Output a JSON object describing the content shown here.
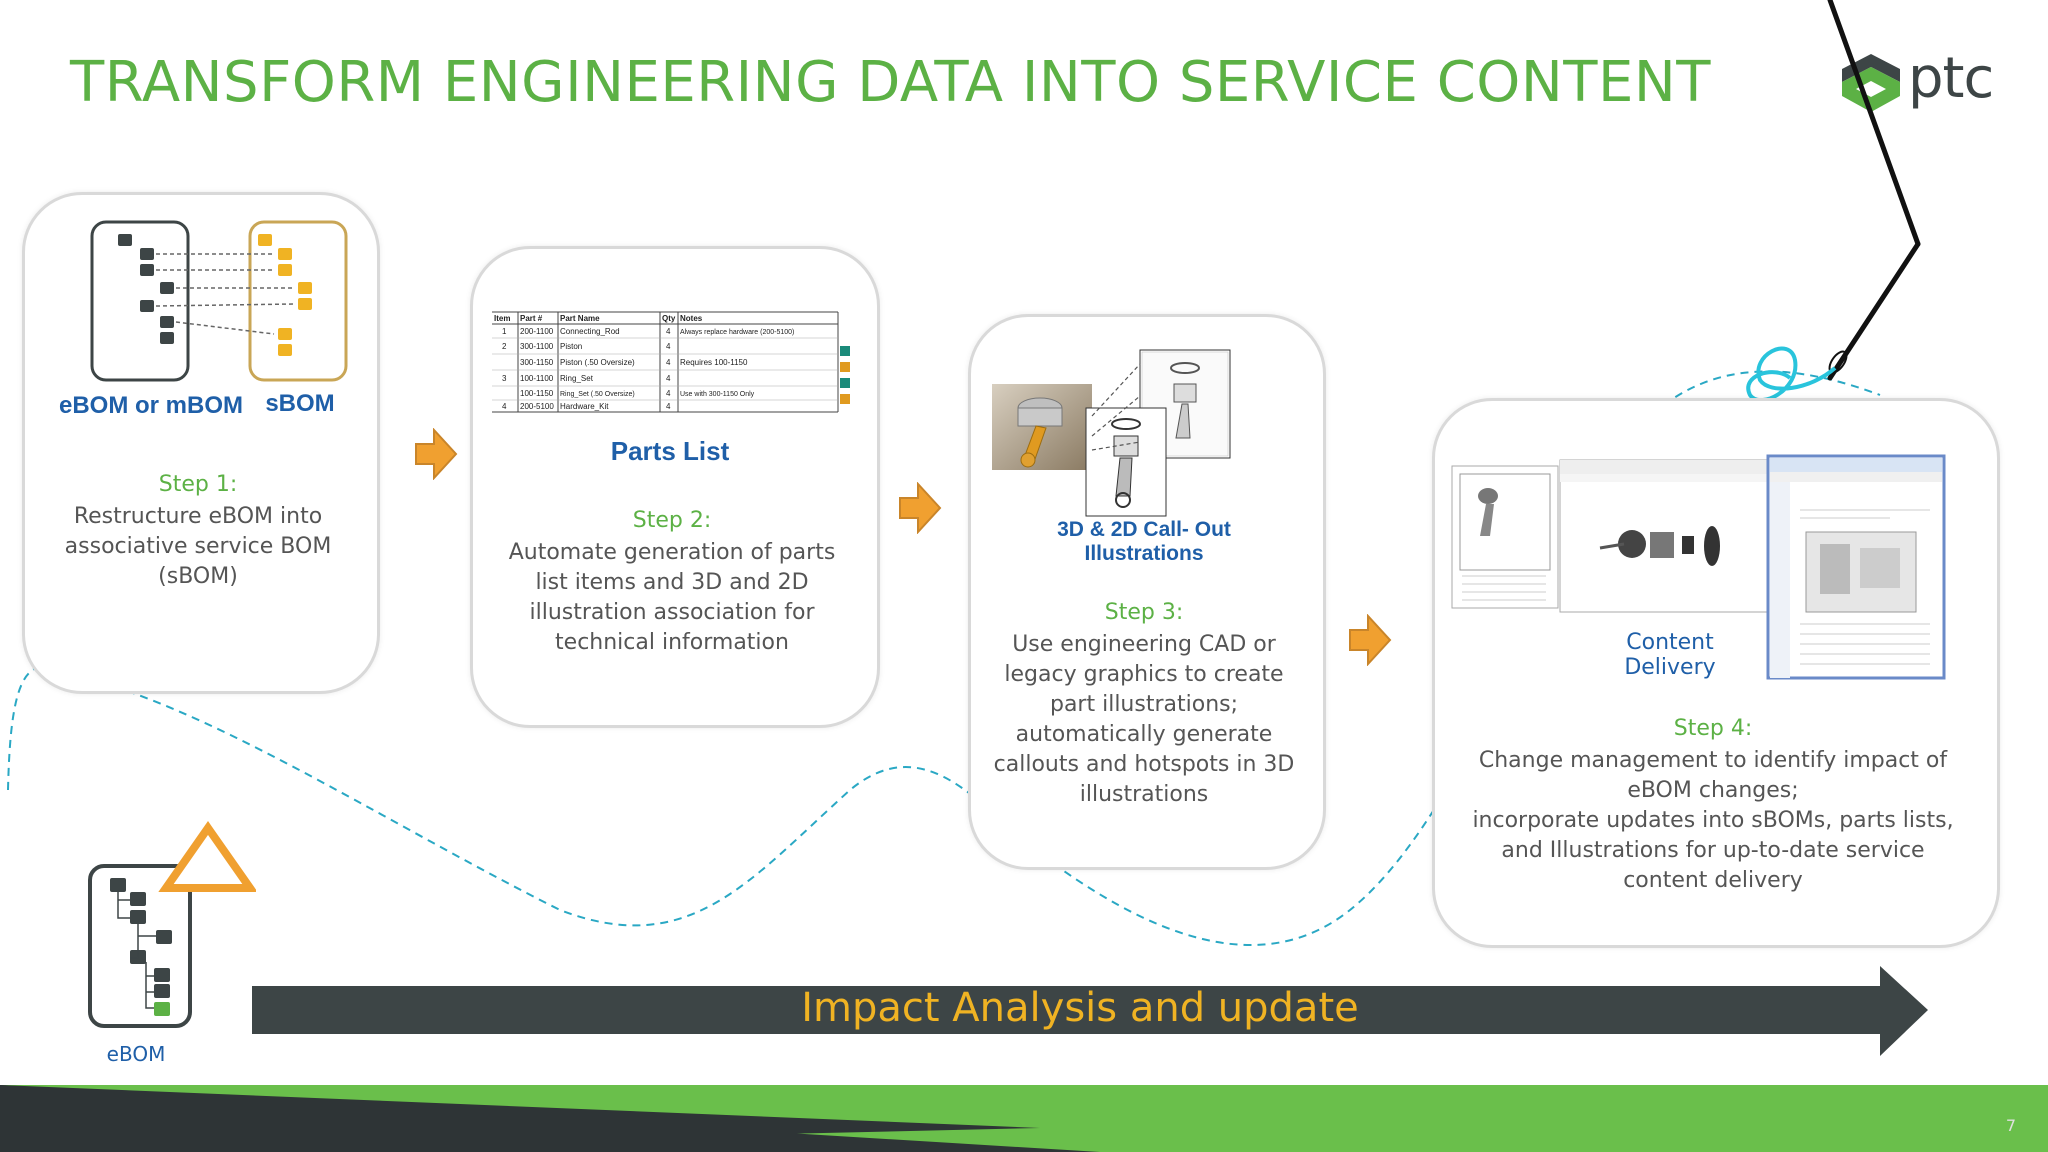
{
  "title": "TRANSFORM ENGINEERING DATA INTO SERVICE CONTENT",
  "logo": {
    "text": "ptc"
  },
  "colors": {
    "green": "#5cb145",
    "blue": "#1f5fa8",
    "dark": "#3d4546",
    "orange": "#f0a030",
    "teal": "#2aa8c4"
  },
  "steps": [
    {
      "diagram_labels": [
        "eBOM or mBOM",
        "sBOM"
      ],
      "label": "Step 1:",
      "lines": [
        "Restructure eBOM into",
        "associative service BOM",
        "(sBOM)"
      ]
    },
    {
      "caption": "Parts List",
      "label": "Step 2:",
      "lines": [
        "Automate generation of parts",
        "list items and 3D and 2D",
        "illustration association for",
        "technical information"
      ],
      "table": {
        "headers": [
          "Item",
          "Part #",
          "Part Name",
          "Qty",
          "Notes"
        ],
        "rows": [
          [
            "1",
            "200-1100",
            "Connecting_Rod",
            "4",
            "Always replace hardware (200-5100)"
          ],
          [
            "2",
            "300-1100",
            "Piston",
            "4",
            ""
          ],
          [
            "",
            "300-1150",
            "Piston (.50 Oversize)",
            "4",
            "Requires 100-1150"
          ],
          [
            "3",
            "100-1100",
            "Ring_Set",
            "4",
            ""
          ],
          [
            "",
            "100-1150",
            "Ring_Set (.50 Oversize)",
            "4",
            "Use with 300-1150 Only"
          ],
          [
            "4",
            "200-5100",
            "Hardware_Kit",
            "4",
            ""
          ]
        ]
      }
    },
    {
      "caption_lines": [
        "3D & 2D Call- Out",
        "Illustrations"
      ],
      "label": "Step 3:",
      "lines": [
        "Use engineering CAD or",
        "legacy graphics to create",
        "part illustrations;",
        "automatically generate",
        "callouts and hotspots in 3D",
        "illustrations"
      ]
    },
    {
      "caption": "Content Delivery",
      "label": "Step 4:",
      "lines": [
        "Change management to identify impact of",
        "eBOM changes;",
        "incorporate updates into sBOMs, parts lists,",
        "and Illustrations for up-to-date service",
        "content delivery"
      ]
    }
  ],
  "ebom_label": "eBOM",
  "impact_text": "Impact Analysis and update",
  "page_number": "7",
  "icons": [
    "ptc-logo-icon",
    "tree-diagram-icon",
    "warning-triangle-icon",
    "right-arrow-icon",
    "needle-thread-icon"
  ]
}
